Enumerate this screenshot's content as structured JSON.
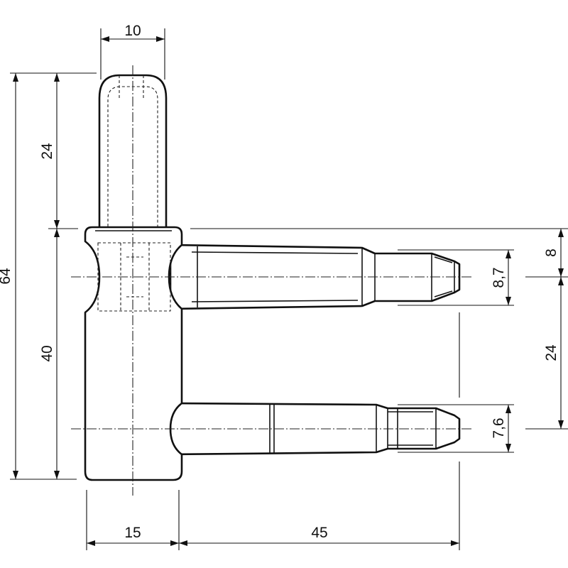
{
  "drawing": {
    "dimensions": {
      "top_pin_width": "10",
      "overall_height": "64",
      "top_pin_height": "24",
      "body_height": "40",
      "body_width": "15",
      "pin_length": "45",
      "upper_pin_offset": "8",
      "pin_spacing": "24",
      "upper_pin_diameter": "8,7",
      "lower_pin_diameter": "7,6"
    }
  }
}
